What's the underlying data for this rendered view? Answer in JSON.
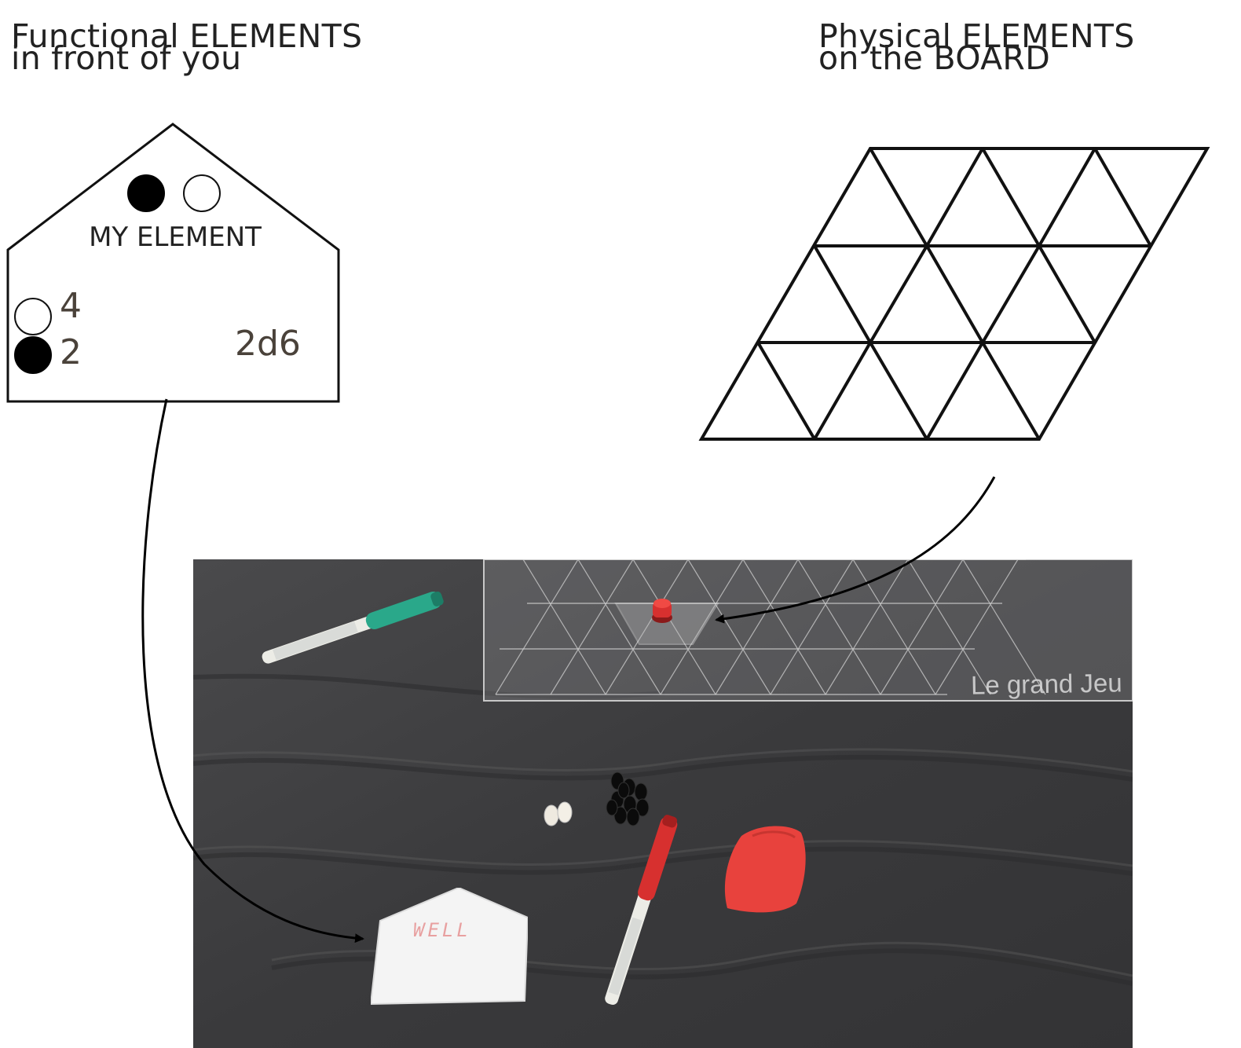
{
  "left_heading": {
    "line1": "Functional ELEMENTS",
    "line2": "in front of you"
  },
  "right_heading": {
    "line1": "Physical ELEMENTS",
    "line2": "on the BOARD"
  },
  "element_card": {
    "label": "MY ELEMENT",
    "white_value": "4",
    "black_value": "2",
    "dice": "2d6"
  },
  "photo": {
    "board_engraving": "Le grand Jeu",
    "card_label": "WELL"
  },
  "colors": {
    "cloth": "#3c3c3e",
    "red_marker": "#d7302f",
    "green_marker": "#2aa88a",
    "clay": "#e8423d"
  }
}
